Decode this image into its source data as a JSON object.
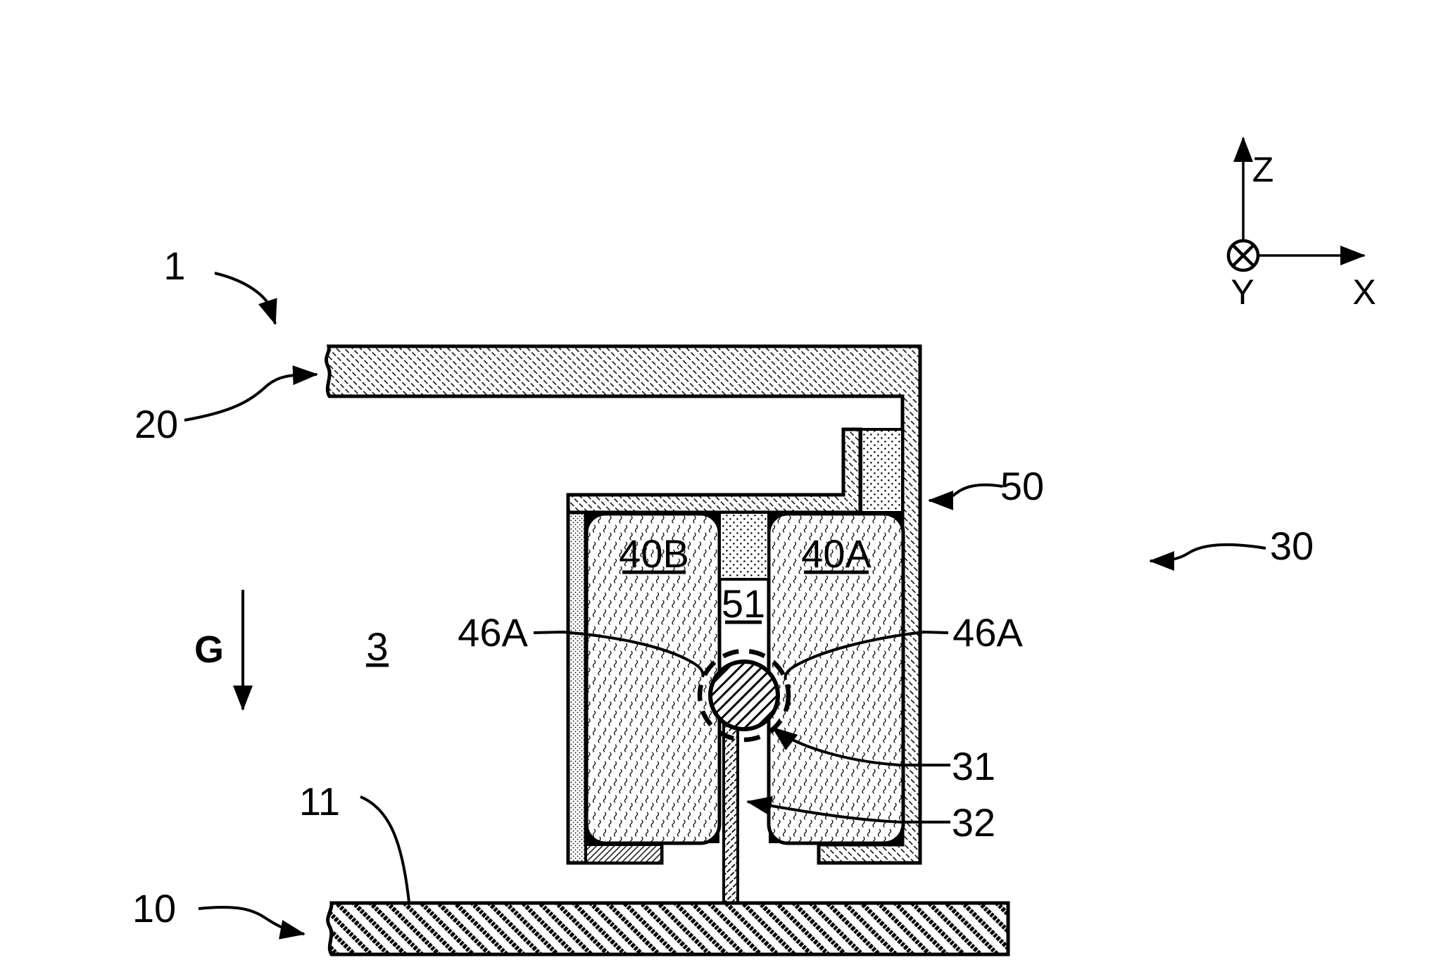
{
  "page": {
    "background": "#ffffff",
    "ink": "#000000"
  },
  "reference_labels": {
    "r1": "1",
    "r20": "20",
    "r50": "50",
    "r30": "30",
    "r40b": "40B",
    "r40a": "40A",
    "r51": "51",
    "r3": "3",
    "r46a_left": "46A",
    "r46a_right": "46A",
    "r31": "31",
    "r32": "32",
    "r11": "11",
    "r10": "10"
  },
  "gravity": {
    "label": "G"
  },
  "axes": {
    "z": "Z",
    "y": "Y",
    "x": "X"
  }
}
